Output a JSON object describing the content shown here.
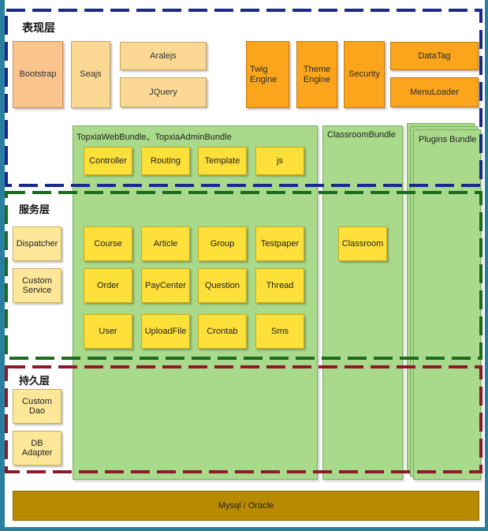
{
  "layers": {
    "presentation": "表现层",
    "service": "服务层",
    "persistence": "持久层"
  },
  "presentation": {
    "bootstrap": "Bootstrap",
    "seajs": "Seajs",
    "aralejs": "Aralejs",
    "jquery": "JQuery",
    "twig": "Twig\nEngine",
    "theme": "Theme\nEngine",
    "security": "Security",
    "datatag": "DataTag",
    "menuloader": "MenuLoader"
  },
  "bundles": {
    "topxia": "TopxiaWebBundle、TopxiaAdminBundle",
    "classroom": "ClassroomBundle",
    "plugins": "Plugins Bundle"
  },
  "topxia_top": [
    "Controller",
    "Routing",
    "Template",
    "js"
  ],
  "services_left": {
    "dispatcher": "Dispatcher",
    "custom_service": "Custom\nService"
  },
  "service_grid": [
    [
      "Course",
      "Article",
      "Group",
      "Testpaper"
    ],
    [
      "Order",
      "PayCenter",
      "Question",
      "Thread"
    ],
    [
      "User",
      "UploadFile",
      "Crontab",
      "Sms"
    ]
  ],
  "classroom_service": "Classroom",
  "persistence_left": {
    "custom_dao": "Custom\nDao",
    "db_adapter": "DB\nAdapter"
  },
  "database": "Mysql / Oracle",
  "colors": {
    "blue_dash": "#1a2a8c",
    "green_dash": "#1e6b1e",
    "red_dash": "#8b1a2a"
  }
}
